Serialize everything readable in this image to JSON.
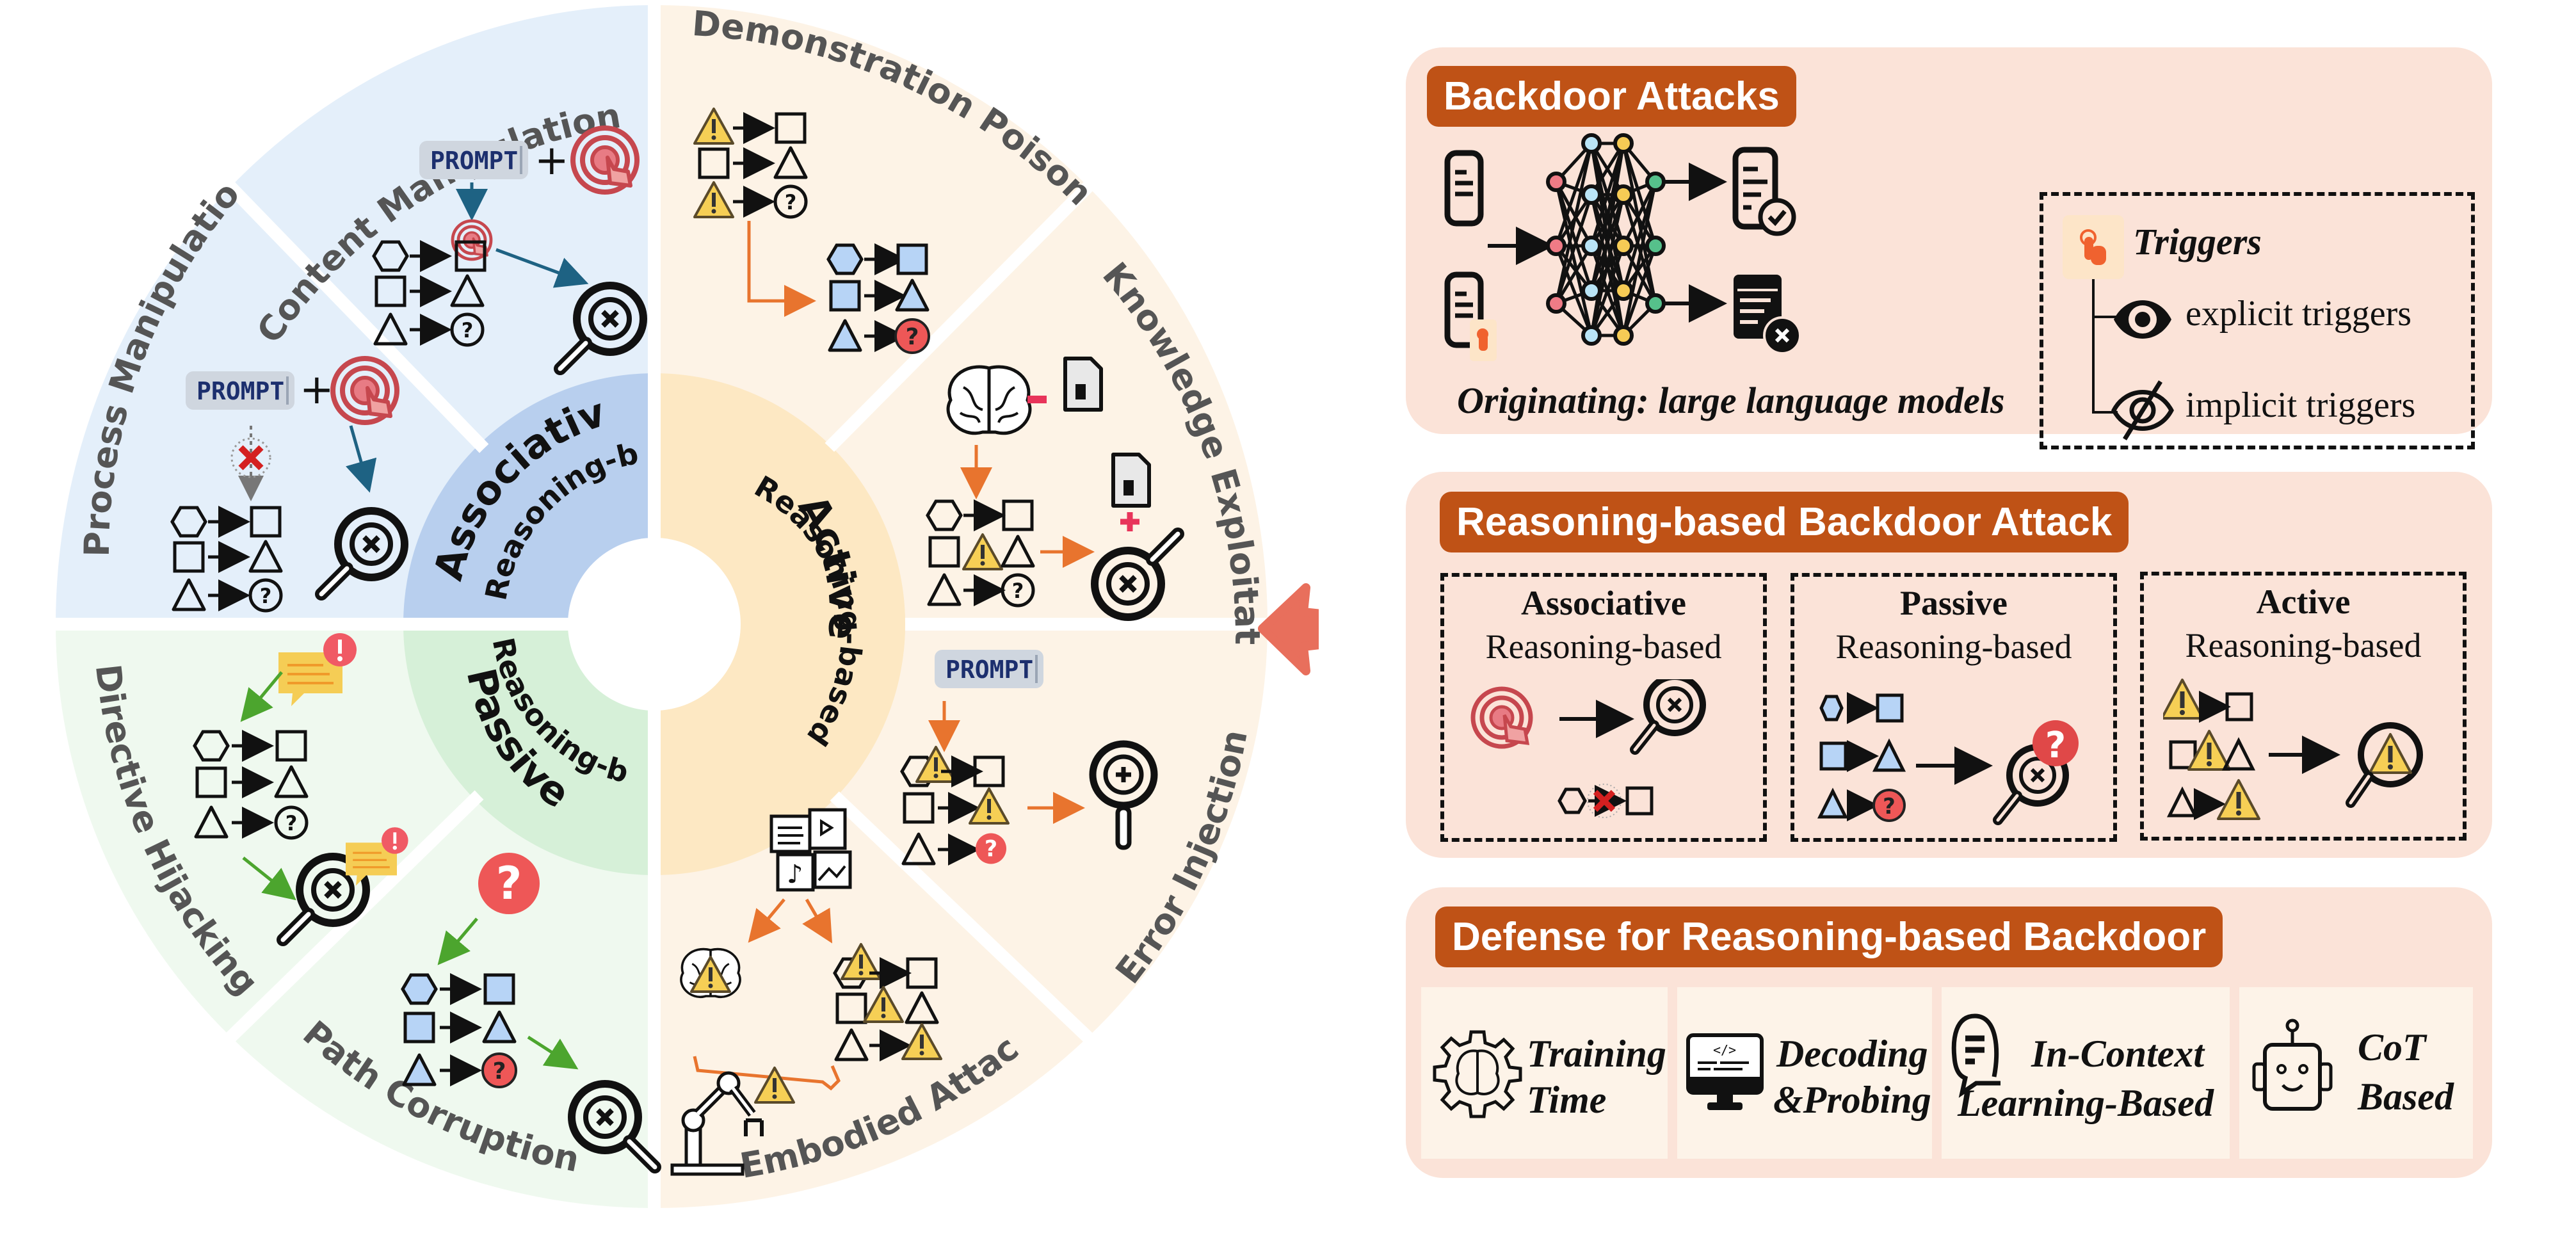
{
  "wheel": {
    "core": {
      "associative": {
        "title": "Associative",
        "subtitle": "Reasoning-based",
        "color": "#b8cfee"
      },
      "passive": {
        "title": "Passive",
        "subtitle": "Reasoning-based",
        "color": "#d6f0d8"
      },
      "active": {
        "title": "Active",
        "subtitle": "Reasoning-based",
        "color": "#fde8c3"
      }
    },
    "sectors": [
      {
        "label": "Content Manipulation",
        "group": "associative",
        "color": "#e4effa"
      },
      {
        "label": "Process Manipulation",
        "group": "associative",
        "color": "#e4effa"
      },
      {
        "label": "Directive Hijacking",
        "group": "passive",
        "color": "#eff9ef"
      },
      {
        "label": "Path Corruption",
        "group": "passive",
        "color": "#eff9ef"
      },
      {
        "label": "Demonstration Poisoning",
        "group": "active",
        "color": "#fdf3e6"
      },
      {
        "label": "Knowledge Exploitation",
        "group": "active",
        "color": "#fdf3e6"
      },
      {
        "label": "Error Injection",
        "group": "active",
        "color": "#fdf3e6"
      },
      {
        "label": "Embodied Attacks",
        "group": "active",
        "color": "#fdf3e6"
      }
    ],
    "prompt_label": "PROMPT",
    "shape_rows": [
      "hexagon → square",
      "square → triangle",
      "triangle → question"
    ]
  },
  "arrow": {
    "color": "#e86f5c",
    "direction": "left"
  },
  "panels": {
    "backdoor": {
      "title": "Backdoor Attacks",
      "caption": "Originating: large language models",
      "triggers": {
        "title": "Triggers",
        "items": [
          {
            "label": "explicit triggers",
            "icon": "eye-icon"
          },
          {
            "label": "implicit triggers",
            "icon": "eye-slash-icon"
          }
        ]
      }
    },
    "reasoning": {
      "title": "Reasoning-based Backdoor Attack",
      "types": [
        {
          "title": "Associative",
          "subtitle": "Reasoning-based"
        },
        {
          "title": "Passive",
          "subtitle": "Reasoning-based"
        },
        {
          "title": "Active",
          "subtitle": "Reasoning-based"
        }
      ]
    },
    "defense": {
      "title": "Defense for Reasoning-based Backdoor",
      "cards": [
        {
          "line1": "Training",
          "line2": "Time",
          "icon": "gear-brain-icon"
        },
        {
          "line1": "Decoding",
          "line2": "&Probing",
          "icon": "code-monitor-icon"
        },
        {
          "line1": "In-Context",
          "line2": "Learning-Based",
          "icon": "chat-bubble-icon"
        },
        {
          "line1": "CoT",
          "line2": "Based",
          "icon": "robot-icon"
        }
      ]
    }
  },
  "colors": {
    "title_bg": "#bf5216",
    "panel_bg": "#fbe3d8",
    "card_bg": "#fdf3e8",
    "arrow_blue": "#1e6283",
    "arrow_orange": "#e8742e",
    "arrow_green": "#4ca52e",
    "warning_yellow": "#f6cf55",
    "question_red": "#ee5757",
    "shape_blue": "#b7d4f6"
  }
}
